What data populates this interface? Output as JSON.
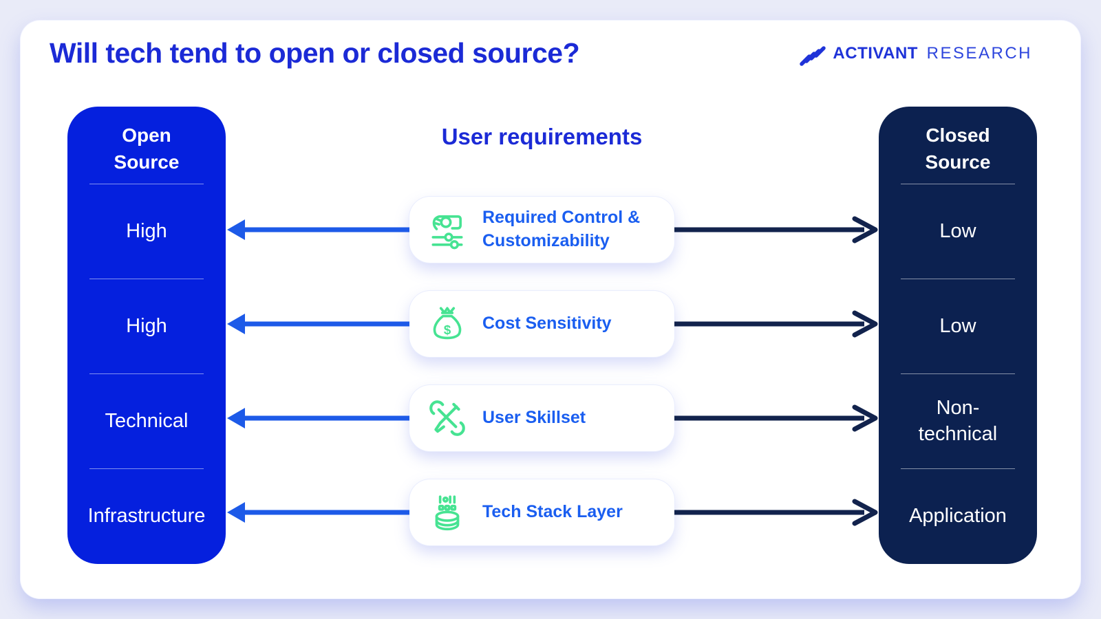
{
  "title": "Will tech tend to open or closed source?",
  "logo": {
    "brand": "ACTIVANT",
    "suffix": "RESEARCH"
  },
  "open_column": {
    "header": "Open Source",
    "rows": [
      "High",
      "High",
      "Technical",
      "Infrastructure"
    ]
  },
  "closed_column": {
    "header": "Closed Source",
    "rows": [
      "Low",
      "Low",
      "Non-technical",
      "Application"
    ]
  },
  "middle": {
    "heading": "User requirements",
    "cards": [
      {
        "label": "Required Control & Customizability",
        "icon": "control-sliders-icon"
      },
      {
        "label": "Cost Sensitivity",
        "icon": "money-bag-icon",
        "icon_symbol": "$"
      },
      {
        "label": "User Skillset",
        "icon": "wrench-pencil-icon"
      },
      {
        "label": "Tech Stack Layer",
        "icon": "tech-stack-icon"
      }
    ]
  },
  "colors": {
    "title_blue": "#1b2ad6",
    "label_blue": "#1a5ef0",
    "open_bg": "#0520de",
    "closed_bg": "#0c2150",
    "icon_green": "#46e392",
    "arrow_blue": "#1d5ae8",
    "arrow_navy": "#12234d",
    "page_bg": "#e9ebf8"
  }
}
